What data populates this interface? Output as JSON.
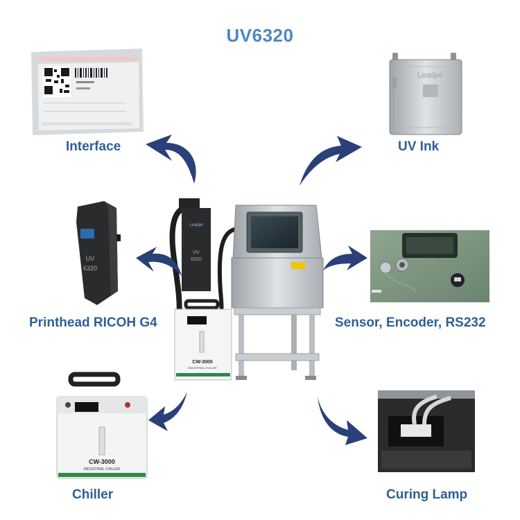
{
  "title": "UV6320",
  "components": [
    {
      "label": "Interface",
      "icon": "interface-screenshot-icon"
    },
    {
      "label": "UV Ink",
      "icon": "ink-cartridge-icon"
    },
    {
      "label": "Printhead RICOH G4",
      "icon": "printhead-icon"
    },
    {
      "label": "Sensor, Encoder, RS232",
      "icon": "sensor-panel-icon"
    },
    {
      "label": "Chiller",
      "icon": "chiller-icon"
    },
    {
      "label": "Curing Lamp",
      "icon": "curing-lamp-icon"
    }
  ],
  "printhead_brand": "Leadjet",
  "printhead_model_lines": [
    "UV",
    "6320"
  ],
  "chiller_model": "CW-3000",
  "chiller_subtitle": "INDUSTRIAL CHILLER",
  "colors": {
    "title": "#4f86c6",
    "label": "#2e5f96",
    "arrow": "#2b3f78"
  }
}
